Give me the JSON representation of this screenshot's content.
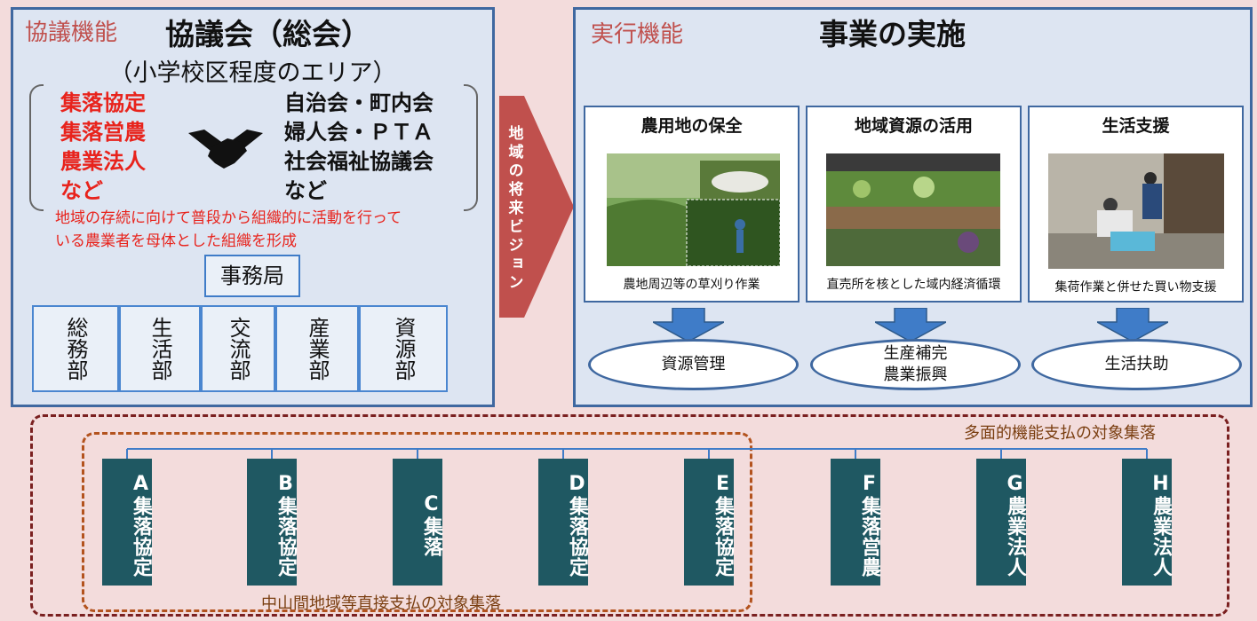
{
  "left": {
    "label": "協議機能",
    "title": "協議会（総会）",
    "subtitle": "（小学校区程度のエリア）",
    "left_items": [
      "集落協定",
      "集落営農",
      "農業法人",
      "など"
    ],
    "right_items": [
      "自治会・町内会",
      "婦人会・ＰＴＡ",
      "社会福祉協議会",
      "など"
    ],
    "note": [
      "地域の存続に向けて普段から組織的に活動を行って",
      "いる農業者を母体とした組織を形成"
    ],
    "secretariat": "事務局",
    "departments": [
      "総務部",
      "生活部",
      "交流部",
      "産業部",
      "資源部"
    ]
  },
  "vision": "地域の将来ビジョン",
  "right": {
    "label": "実行機能",
    "title": "事業の実施",
    "cards": [
      {
        "title": "農用地の保全",
        "caption": "農地周辺等の草刈り作業",
        "result": "資源管理"
      },
      {
        "title": "地域資源の活用",
        "caption": "直売所を核とした域内経済循環",
        "result_lines": [
          "生産補完",
          "農業振興"
        ]
      },
      {
        "title": "生活支援",
        "caption": "集荷作業と併せた買い物支援",
        "result": "生活扶助"
      }
    ]
  },
  "bottom": {
    "outer_label": "多面的機能支払の対象集落",
    "inner_label": "中山間地域等直接支払の対象集落",
    "villages": [
      "A集落協定",
      "B集落協定",
      "C集落",
      "D集落協定",
      "E集落協定",
      "F集落営農",
      "G農業法人",
      "H農業法人"
    ]
  },
  "colors": {
    "panel_border": "#3f68a0",
    "panel_bg": "#dde5f2",
    "accent_red": "#e8231c",
    "arrow": "#c0504d",
    "village_bg": "#1f5862",
    "background": "#f3dcdc"
  }
}
